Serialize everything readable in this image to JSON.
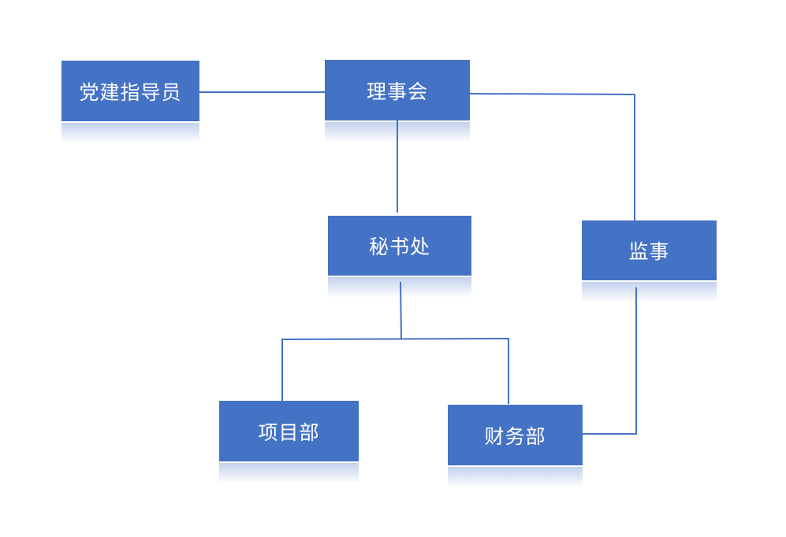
{
  "diagram": {
    "nodes": {
      "party_advisor": "党建指导员",
      "council": "理事会",
      "secretariat": "秘书处",
      "supervisor": "监事",
      "projects": "项目部",
      "finance": "财务部"
    },
    "edges": [
      [
        "party_advisor",
        "council"
      ],
      [
        "council",
        "secretariat"
      ],
      [
        "council",
        "supervisor"
      ],
      [
        "secretariat",
        "projects"
      ],
      [
        "secretariat",
        "finance"
      ],
      [
        "supervisor",
        "finance"
      ]
    ],
    "colors": {
      "node_fill": "#4472c4",
      "node_text": "#ffffff",
      "connector": "#4472c4",
      "background": "#ffffff"
    }
  }
}
